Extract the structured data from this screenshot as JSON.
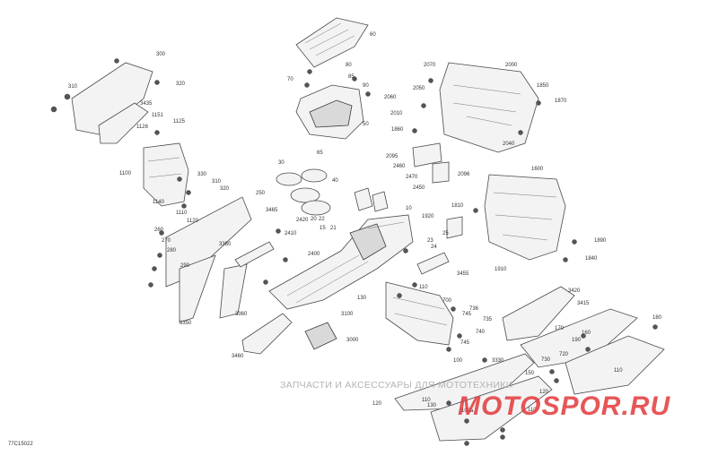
{
  "watermark": {
    "text": "ЗАПЧАСТИ И АКСЕССУАРЫ ДЛЯ МОТОТЕХНИКИ",
    "logo_text": "MOTOSPOR.RU",
    "logo_color": "#e3393b"
  },
  "drawing_code": "77C15022",
  "callouts": [
    "60",
    "70",
    "80",
    "85",
    "90",
    "50",
    "2070",
    "2000",
    "2050",
    "2060",
    "2010",
    "1850",
    "1870",
    "1860",
    "2040",
    "2095",
    "2096",
    "1600",
    "1810",
    "1890",
    "1840",
    "300",
    "310",
    "320",
    "3435",
    "1151",
    "1125",
    "1126",
    "1100",
    "330",
    "310",
    "320",
    "1140",
    "1110",
    "1120",
    "250",
    "3465",
    "260",
    "270",
    "280",
    "290",
    "3380",
    "3350",
    "3360",
    "65",
    "30",
    "40",
    "2460",
    "2470",
    "2450",
    "10",
    "1920",
    "23",
    "25",
    "24",
    "2420",
    "2410",
    "20",
    "21",
    "22",
    "15",
    "2400",
    "3455",
    "1910",
    "110",
    "700",
    "130",
    "736",
    "745",
    "735",
    "740",
    "745",
    "3100",
    "3000",
    "3460",
    "3420",
    "3415",
    "180",
    "170",
    "160",
    "190",
    "720",
    "730",
    "150",
    "110",
    "100",
    "120",
    "110",
    "3330",
    "120",
    "130",
    "100a",
    "110"
  ]
}
